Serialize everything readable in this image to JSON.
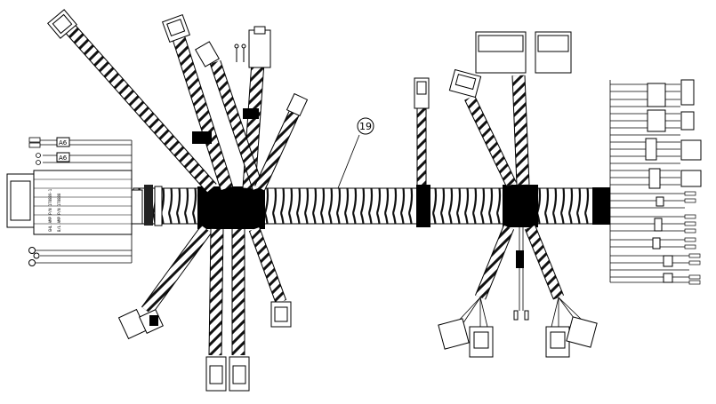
{
  "diagram": {
    "callout": "19",
    "tags": [
      "A6",
      "A6"
    ],
    "connector_print": [
      "GHL AMP P/N 178889-1",
      "B/L AMP P/N 178888"
    ]
  },
  "colors": {
    "ink": "#000000",
    "paper": "#ffffff",
    "braid": "#111111"
  }
}
